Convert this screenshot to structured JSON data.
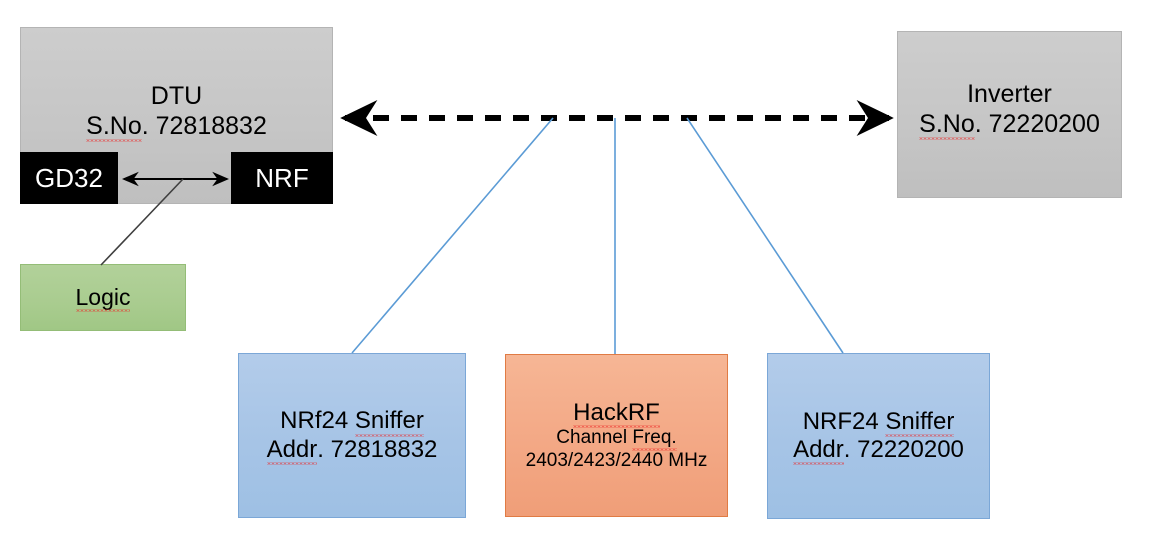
{
  "diagram": {
    "dtu": {
      "title": "DTU",
      "serial": "S.No. 72818832",
      "serial_prefix": "S.No",
      "serial_rest": ". 72818832"
    },
    "inverter": {
      "title": "Inverter",
      "serial_prefix": "S.No",
      "serial_rest": ". 72220200"
    },
    "chips": {
      "gd32": "GD32",
      "nrf": "NRF"
    },
    "logic": {
      "label": "Logic"
    },
    "sniffer_left": {
      "title": "NRf24 Sniffer",
      "title_plain": "NRf24 ",
      "title_flagged": "Sniffer",
      "addr_flagged": "Addr",
      "addr_rest": ". 72818832"
    },
    "sniffer_right": {
      "title_plain": "NRF24 ",
      "title_flagged": "Sniffer",
      "addr_flagged": "Addr",
      "addr_rest": ". 72220200"
    },
    "hackrf": {
      "title": "HackRF",
      "sub_label_plain": "Channel ",
      "sub_label_flagged": "Freq.",
      "frequencies": "2403/2423/2440 MHz"
    },
    "colors": {
      "device_gray": "#c6c6c6",
      "chip_black": "#000000",
      "logic_green": "#a9cc8f",
      "sniffer_blue": "#a6c4e6",
      "hackrf_orange": "#f3a885",
      "connector_blue": "#5b9bd5",
      "link_black": "#000000"
    },
    "connectors": {
      "dtu_inverter_link": "bidirectional-dashed-arrow",
      "gd32_nrf_link": "bidirectional-solid-arrow",
      "logic_probe_line": "thin-solid-line",
      "sniffer_taps": "thin-blue-lines"
    }
  }
}
